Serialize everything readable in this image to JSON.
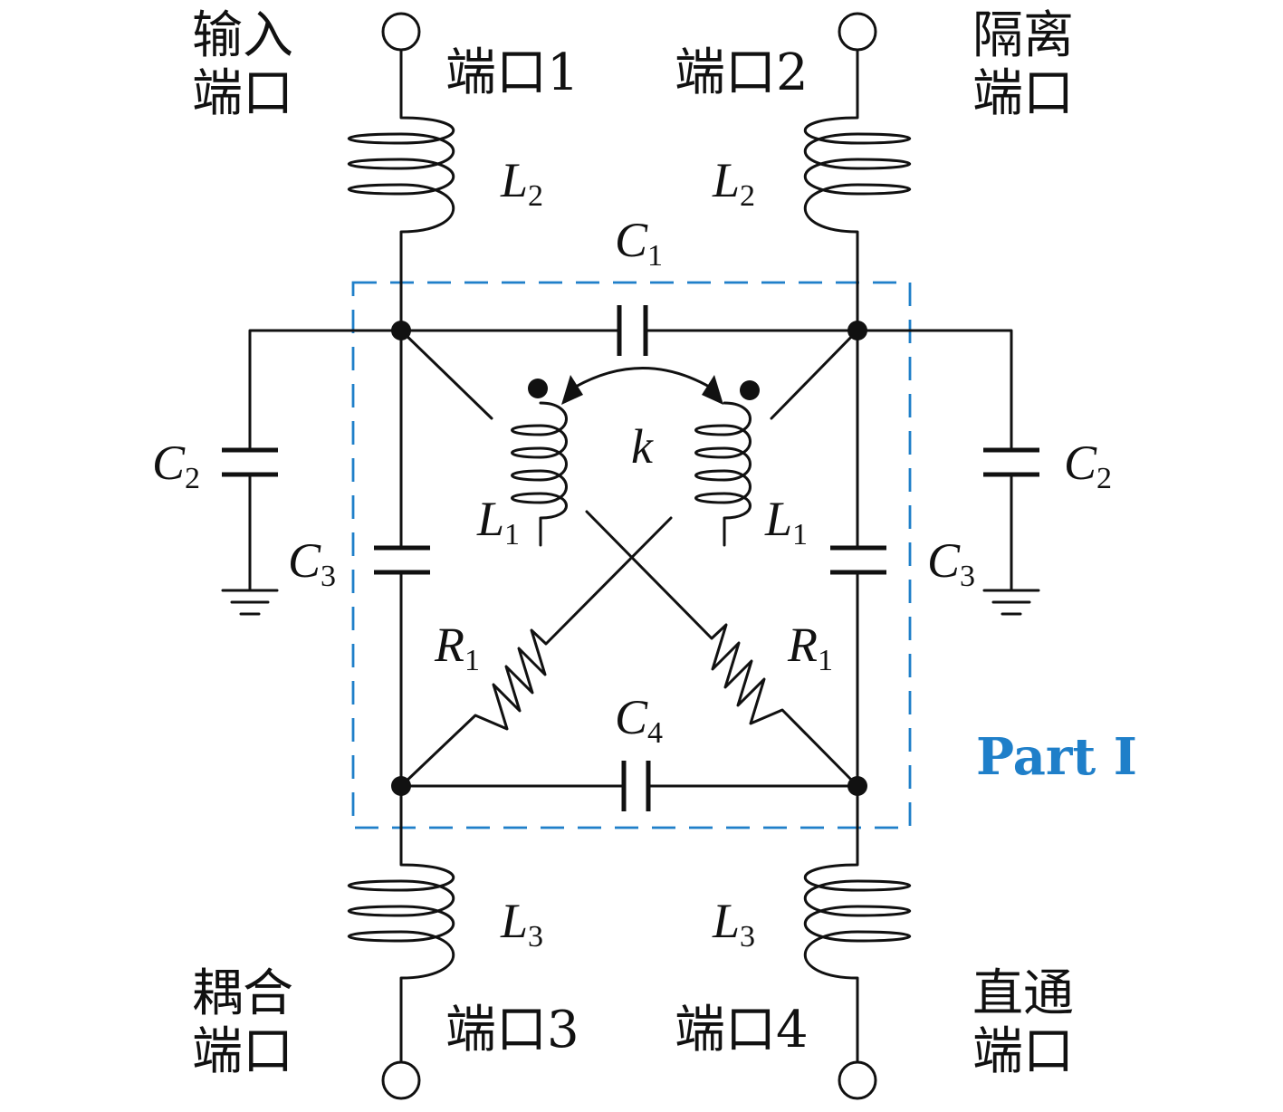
{
  "ports": {
    "top_left_desc": [
      "输入",
      "端口"
    ],
    "top_right_desc": [
      "隔离",
      "端口"
    ],
    "bottom_left_desc": [
      "耦合",
      "端口"
    ],
    "bottom_right_desc": [
      "直通",
      "端口"
    ],
    "port1": "端口1",
    "port2": "端口2",
    "port3": "端口3",
    "port4": "端口4"
  },
  "components": {
    "L2": {
      "sym": "L",
      "sub": "2"
    },
    "L1": {
      "sym": "L",
      "sub": "1"
    },
    "L3": {
      "sym": "L",
      "sub": "3"
    },
    "C1": {
      "sym": "C",
      "sub": "1"
    },
    "C2": {
      "sym": "C",
      "sub": "2"
    },
    "C3": {
      "sym": "C",
      "sub": "3"
    },
    "C4": {
      "sym": "C",
      "sub": "4"
    },
    "R1": {
      "sym": "R",
      "sub": "1"
    },
    "k": "k"
  },
  "region": {
    "label": "Part Ⅰ",
    "color": "#1f7fc9"
  }
}
